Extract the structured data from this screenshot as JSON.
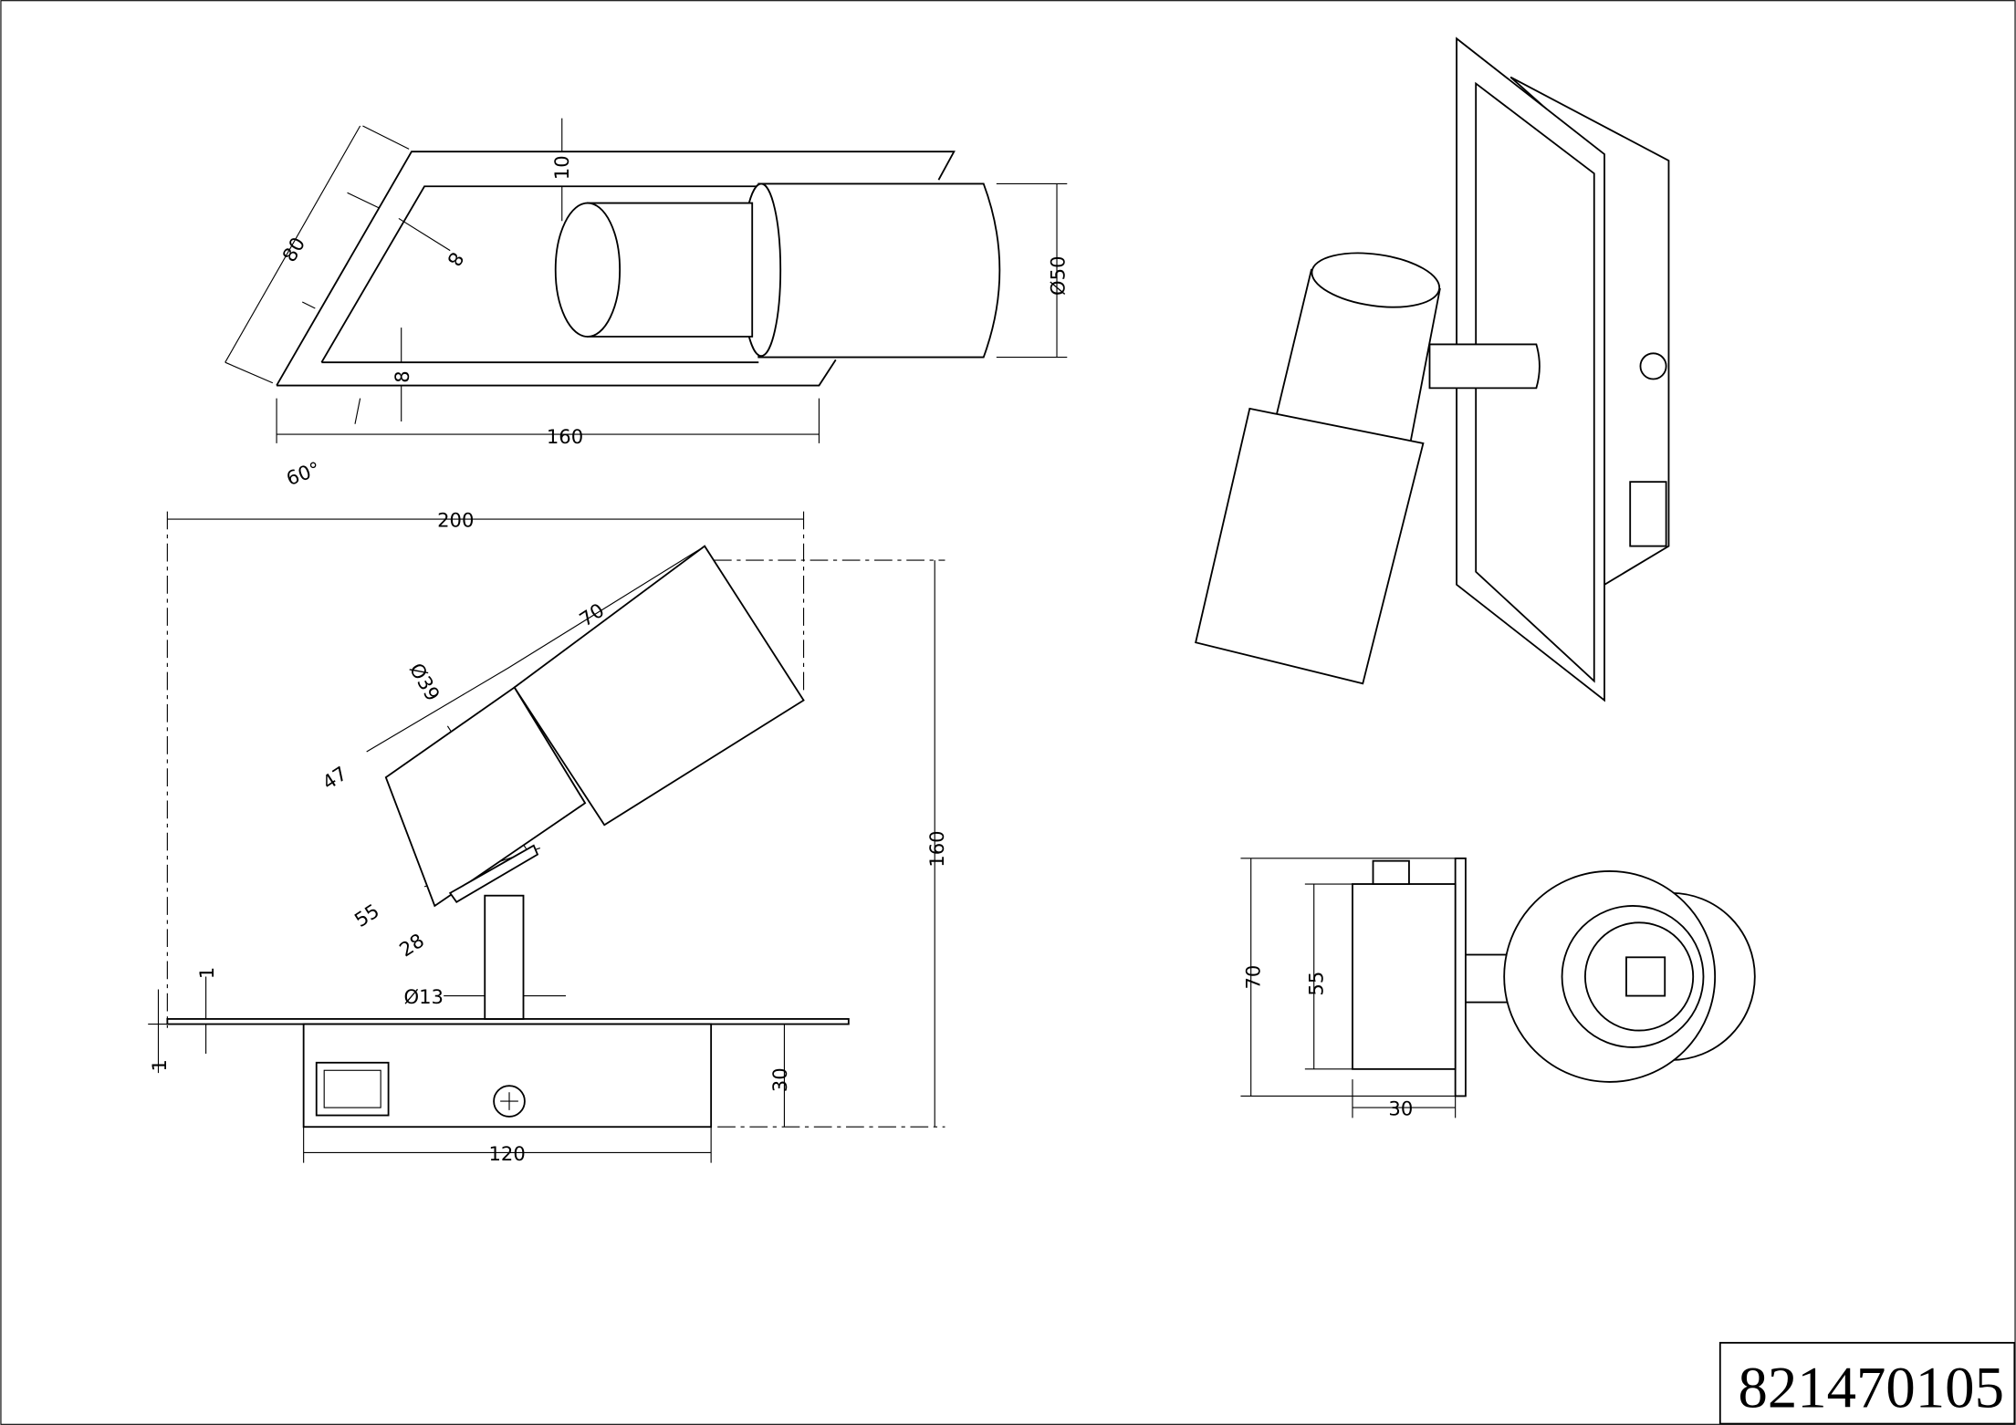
{
  "part_number": "821470105",
  "top_view": {
    "dim_10": "10",
    "dim_8_diag": "8",
    "dim_80": "80",
    "dim_50": "Ø50",
    "dim_8_bottom": "8",
    "dim_160": "160",
    "angle": "60°"
  },
  "side_view": {
    "dim_200": "200",
    "dim_70": "70",
    "dim_39": "Ø39",
    "dim_47": "47",
    "dim_55": "55",
    "dim_28": "28",
    "dim_13": "Ø13",
    "dim_160": "160",
    "dim_1a": "1",
    "dim_1b": "1",
    "dim_30": "30",
    "dim_120": "120"
  },
  "end_view": {
    "dim_70": "70",
    "dim_55": "55",
    "dim_30": "30"
  }
}
